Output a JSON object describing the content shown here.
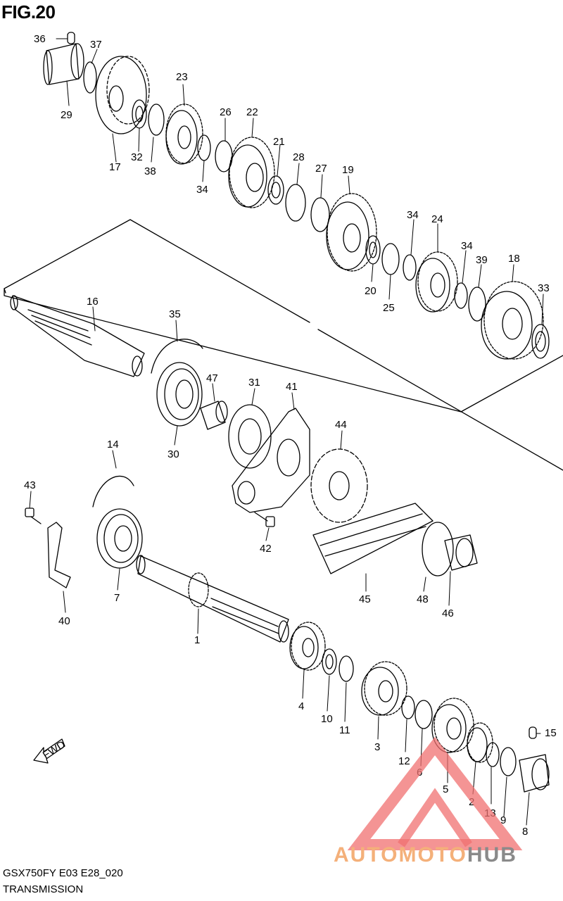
{
  "figure_title": "FIG.20",
  "footer": {
    "model": "GSX750FY E03 E28_020",
    "section": "TRANSMISSION"
  },
  "fwd_label": "FWD",
  "watermark": {
    "part1": "AUTOMOTO",
    "part2": "HUB"
  },
  "colors": {
    "line": "#000000",
    "watermark_red": "#f07070",
    "watermark_orange": "#f4b07a",
    "watermark_gray": "#8a8a8a"
  },
  "callouts": {
    "c36": "36",
    "c37": "37",
    "c29": "29",
    "c17": "17",
    "c32": "32",
    "c38": "38",
    "c23": "23",
    "c34a": "34",
    "c26": "26",
    "c22": "22",
    "c21": "21",
    "c28": "28",
    "c27": "27",
    "c19": "19",
    "c20": "20",
    "c25": "25",
    "c34b": "34",
    "c24": "24",
    "c34c": "34",
    "c39": "39",
    "c18": "18",
    "c33": "33",
    "c16": "16",
    "c35": "35",
    "c47": "47",
    "c31": "31",
    "c41": "41",
    "c44": "44",
    "c30": "30",
    "c14": "14",
    "c43": "43",
    "c42": "42",
    "c7": "7",
    "c40": "40",
    "c45": "45",
    "c48": "48",
    "c46": "46",
    "c1": "1",
    "c4": "4",
    "c10": "10",
    "c11": "11",
    "c3": "3",
    "c12": "12",
    "c6": "6",
    "c5": "5",
    "c2": "2",
    "c13": "13",
    "c9": "9",
    "c8": "8",
    "c15": "15"
  }
}
